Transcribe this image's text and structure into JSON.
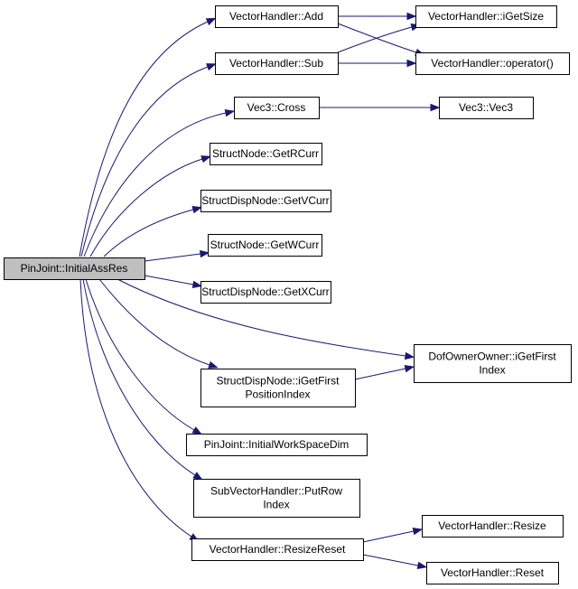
{
  "colors": {
    "edge": "#191970",
    "node_fill": "#ffffff",
    "root_fill": "#bfbfbf",
    "node_border": "#000000"
  },
  "nodes": {
    "root": {
      "lines": [
        "PinJoint::InitialAssRes"
      ]
    },
    "vh_add": {
      "lines": [
        "VectorHandler::Add"
      ]
    },
    "vh_sub": {
      "lines": [
        "VectorHandler::Sub"
      ]
    },
    "vh_igetsize": {
      "lines": [
        "VectorHandler::iGetSize"
      ]
    },
    "vh_operator": {
      "lines": [
        "VectorHandler::operator()"
      ]
    },
    "vec3_cross": {
      "lines": [
        "Vec3::Cross"
      ]
    },
    "vec3_vec3": {
      "lines": [
        "Vec3::Vec3"
      ]
    },
    "sn_getrcurr": {
      "lines": [
        "StructNode::GetRCurr"
      ]
    },
    "sdn_getvcurr": {
      "lines": [
        "StructDispNode::GetVCurr"
      ]
    },
    "sn_getwcurr": {
      "lines": [
        "StructNode::GetWCurr"
      ]
    },
    "sdn_getxcurr": {
      "lines": [
        "StructDispNode::GetXCurr"
      ]
    },
    "doo_igetfirstindex": {
      "lines": [
        "DofOwnerOwner::iGetFirst",
        "Index"
      ]
    },
    "sdn_igetfirstpositionindex": {
      "lines": [
        "StructDispNode::iGetFirst",
        "PositionIndex"
      ]
    },
    "pj_initialworkspacedim": {
      "lines": [
        "PinJoint::InitialWorkSpaceDim"
      ]
    },
    "svh_putrowindex": {
      "lines": [
        "SubVectorHandler::PutRow",
        "Index"
      ]
    },
    "vh_resizereset": {
      "lines": [
        "VectorHandler::ResizeReset"
      ]
    },
    "vh_resize": {
      "lines": [
        "VectorHandler::Resize"
      ]
    },
    "vh_reset": {
      "lines": [
        "VectorHandler::Reset"
      ]
    }
  },
  "edges": [
    [
      "root",
      "vh_add"
    ],
    [
      "root",
      "vh_sub"
    ],
    [
      "root",
      "vec3_cross"
    ],
    [
      "root",
      "sn_getrcurr"
    ],
    [
      "root",
      "sdn_getvcurr"
    ],
    [
      "root",
      "sn_getwcurr"
    ],
    [
      "root",
      "sdn_getxcurr"
    ],
    [
      "root",
      "doo_igetfirstindex"
    ],
    [
      "root",
      "sdn_igetfirstpositionindex"
    ],
    [
      "root",
      "pj_initialworkspacedim"
    ],
    [
      "root",
      "svh_putrowindex"
    ],
    [
      "root",
      "vh_resizereset"
    ],
    [
      "vh_add",
      "vh_igetsize"
    ],
    [
      "vh_add",
      "vh_operator"
    ],
    [
      "vh_sub",
      "vh_igetsize"
    ],
    [
      "vh_sub",
      "vh_operator"
    ],
    [
      "vec3_cross",
      "vec3_vec3"
    ],
    [
      "sdn_igetfirstpositionindex",
      "doo_igetfirstindex"
    ],
    [
      "vh_resizereset",
      "vh_resize"
    ],
    [
      "vh_resizereset",
      "vh_reset"
    ]
  ]
}
